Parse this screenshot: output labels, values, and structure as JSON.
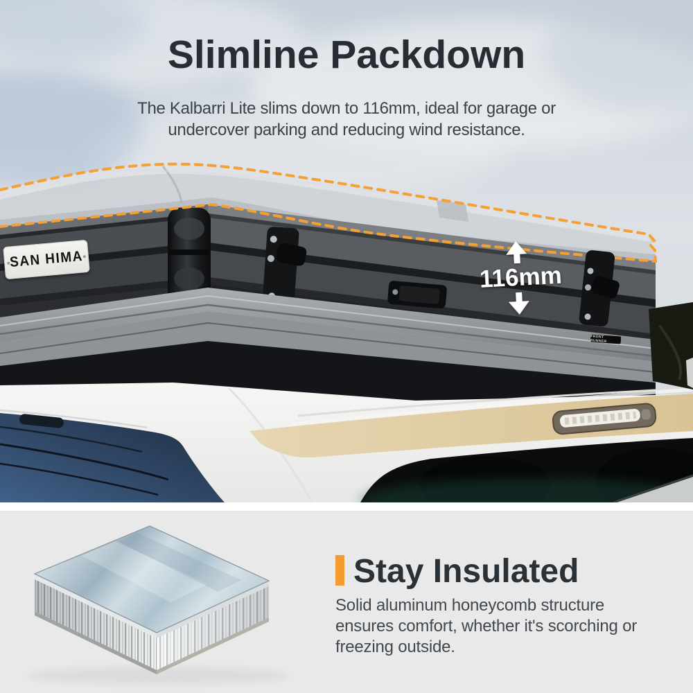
{
  "hero": {
    "title": "Slimline Packdown",
    "subtitle_line1": "The Kalbarri Lite slims down to 116mm, ideal for garage or",
    "subtitle_line2": "undercover parking and reducing wind resistance.",
    "measurement_label": "116mm",
    "brand_plate_text": "SAN HIMA",
    "rack_brand_text": "FRONT RUNNER",
    "icons": {
      "measure_up": "arrow-up",
      "measure_down": "arrow-down"
    },
    "colors": {
      "outline_dashed": "#f5a033",
      "title_text": "#262e34",
      "subtitle_text": "#3a4147",
      "measurement_text": "#ffffff"
    }
  },
  "insulation": {
    "heading": "Stay Insulated",
    "body_line1": "Solid aluminum honeycomb structure",
    "body_line2": "ensures comfort, whether it's scorching or",
    "body_line3": "freezing outside.",
    "colors": {
      "accent_bar": "#f49a31",
      "heading_text": "#2a3137",
      "body_text": "#40474d",
      "section_background": "#e9e9e9"
    }
  }
}
